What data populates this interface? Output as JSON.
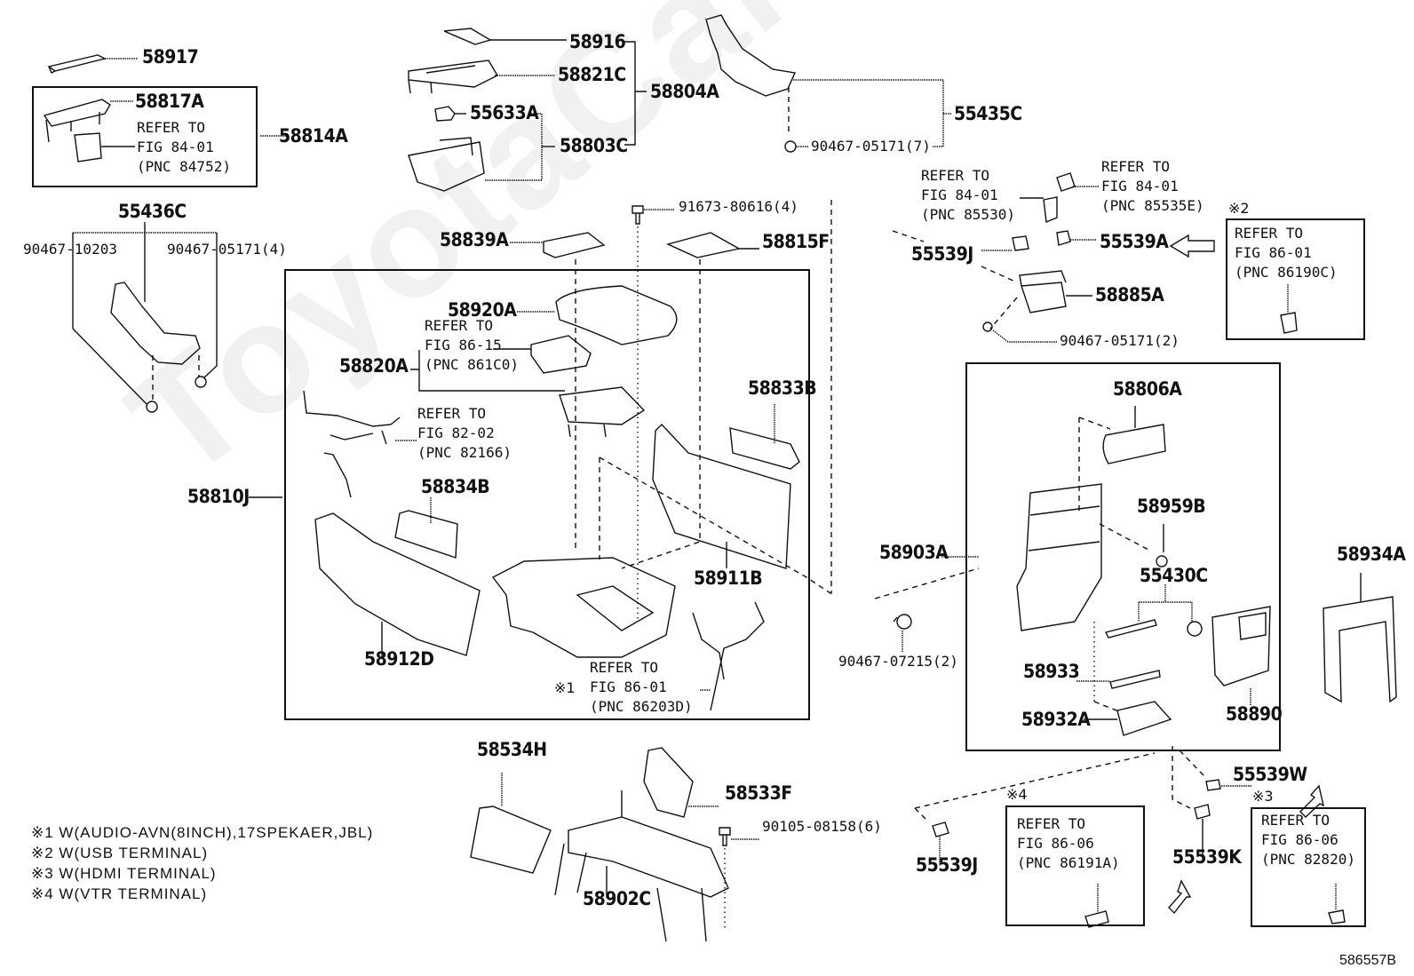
{
  "diagram": {
    "title": "Toyota center console parts diagram",
    "watermark": "ToyotaCarMiner.ru",
    "figure_id": "586557B",
    "parts": {
      "p58917": "58917",
      "p58817A": "58817A",
      "p58814A": "58814A",
      "p58916": "58916",
      "p58821C": "58821C",
      "p58804A": "58804A",
      "p55633A": "55633A",
      "p58803C": "58803C",
      "p55435C": "55435C",
      "p90467_05171_7": "90467-05171(7)",
      "p55436C": "55436C",
      "p90467_10203": "90467-10203",
      "p90467_05171_4": "90467-05171(4)",
      "p91673_80616_4": "91673-80616(4)",
      "p58839A": "58839A",
      "p58815F": "58815F",
      "p58920A": "58920A",
      "p58820A": "58820A",
      "p58833B": "58833B",
      "p58810J": "58810J",
      "p58834B": "58834B",
      "p58911B": "58911B",
      "p58912D": "58912D",
      "p55539J_top": "55539J",
      "p55539A": "55539A",
      "p58885A": "58885A",
      "p90467_05171_2": "90467-05171(2)",
      "p58806A": "58806A",
      "p58959B": "58959B",
      "p58903A": "58903A",
      "p55430C": "55430C",
      "p90467_07215_2": "90467-07215(2)",
      "p58933": "58933",
      "p58890": "58890",
      "p58932A": "58932A",
      "p58934A": "58934A",
      "p55539W": "55539W",
      "p55539J_bottom": "55539J",
      "p55539K": "55539K",
      "p58534H": "58534H",
      "p58533F": "58533F",
      "p90105_08158_6": "90105-08158(6)",
      "p58902C": "58902C"
    },
    "refers": {
      "r84752": "REFER TO\nFIG 84-01\n(PNC 84752)",
      "r85530": "REFER TO\nFIG 84-01\n(PNC 85530)",
      "r85535E": "REFER TO\nFIG 84-01\n(PNC 85535E)",
      "r86190C": "REFER TO\nFIG 86-01\n(PNC 86190C)",
      "r861C0": "REFER TO\nFIG 86-15\n(PNC 861C0)",
      "r82166": "REFER TO\nFIG 82-02\n(PNC 82166)",
      "r86203D": "REFER TO\nFIG 86-01\n(PNC 86203D)",
      "r86191A": "REFER TO\nFIG 86-06\n(PNC 86191A)",
      "r82820": "REFER TO\nFIG 86-06\n(PNC 82820)"
    },
    "marks": {
      "m1": "※1",
      "m2": "※2",
      "m3": "※3",
      "m4": "※4"
    },
    "notes": [
      "※1 W(AUDIO-AVN(8INCH),17SPEKAER,JBL)",
      "※2 W(USB TERMINAL)",
      "※3 W(HDMI TERMINAL)",
      "※4 W(VTR TERMINAL)"
    ]
  }
}
